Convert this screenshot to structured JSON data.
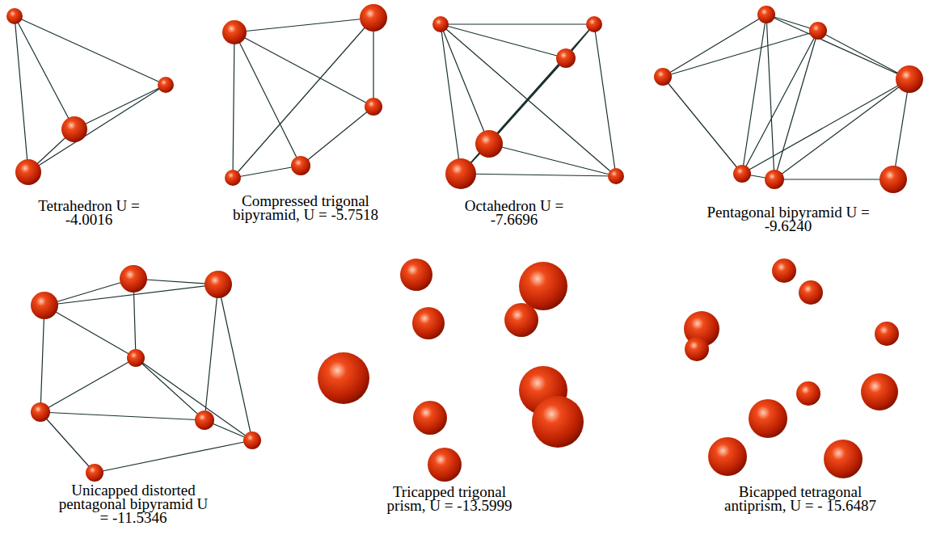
{
  "diagram": {
    "labels": [
      "Tetrahedron U = -4.0016",
      "Compressed trigonal bipyramid, U = -5.7518",
      "Octahedron U = -7.6696",
      "Pentagonal bipyramid U = -9.6240",
      "Unicapped distorted pentagonal bipyramid U = -11.5346",
      "Tricapped trigonal prism, U = -13.5999",
      "Bicapped tetragonal antiprism, U = - 15.6487"
    ]
  }
}
